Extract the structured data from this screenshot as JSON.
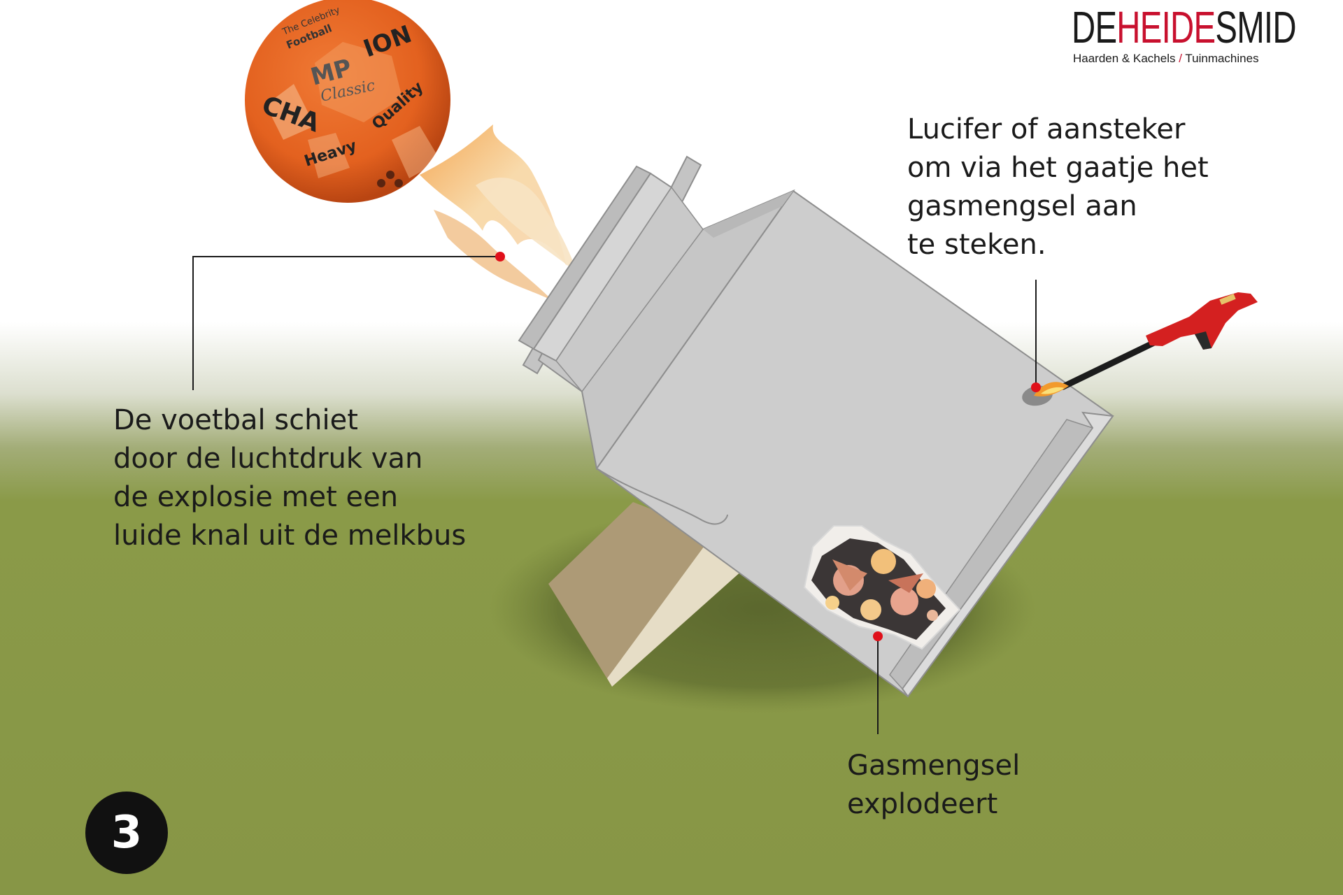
{
  "labels": {
    "ball": "De voetbal schiet\ndoor de luchtdruk van\nde explosie met een\nluide knal  uit de melkbus",
    "lighter": "Lucifer of aansteker\nom via het gaatje het\ngasmengsel aan\nte steken.",
    "gas": "Gasmengsel\nexplodeert"
  },
  "step_number": "3",
  "logo": {
    "part1": "DE",
    "part2": "HEIDE",
    "part3": "SMID",
    "tagline_left": "Haarden & Kachels",
    "tagline_separator": "/",
    "tagline_right": "Tuinmachines"
  },
  "ball_text": {
    "line1": "CHA",
    "line2": "MP",
    "line3": "ION",
    "classic": "Classic",
    "quality": "Quality",
    "heavy": "Heavy",
    "football": "Football",
    "brand": "The Celebrity"
  },
  "colors": {
    "grass": "#8a9a48",
    "can": "#cdcdcd",
    "can_edge": "#8e8e8e",
    "ball": "#e8682a",
    "accent_red": "#c8102e",
    "callout_dot": "#e0101a",
    "lighter": "#d42020",
    "board": "#ad9a76"
  }
}
